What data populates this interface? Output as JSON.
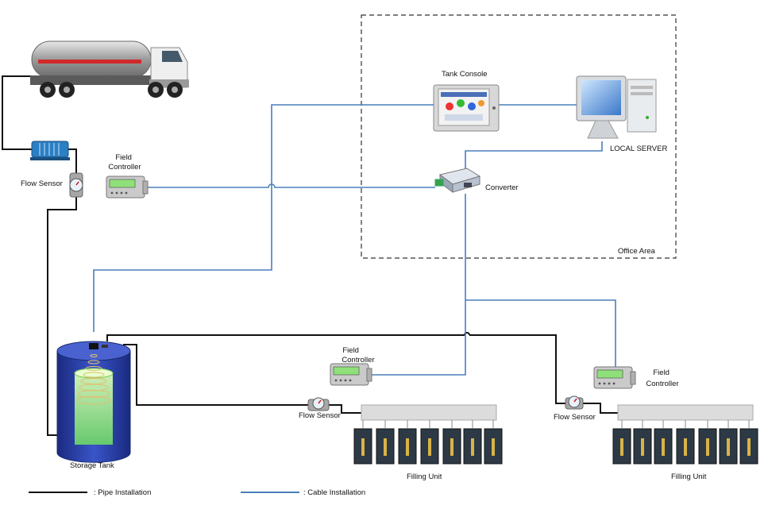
{
  "labels": {
    "field_controller_top": [
      "Field",
      "Controller"
    ],
    "field_controller_mid": [
      "Field",
      "Controller"
    ],
    "field_controller_right": [
      "Field",
      "Controller"
    ],
    "flow_sensor_top": "Flow Sensor",
    "flow_sensor_mid": "Flow Sensor",
    "flow_sensor_right": "Flow Sensor",
    "tank_console": "Tank Console",
    "local_server": "LOCAL SERVER",
    "converter": "Converter",
    "office_area": "Office Area",
    "storage_tank": "Storage Tank",
    "filling_unit_mid": "Filling Unit",
    "filling_unit_right": "Filling Unit"
  },
  "legend": {
    "pipe": ": Pipe Installation",
    "cable": ": Cable Installation"
  },
  "colors": {
    "pipe": "#111111",
    "cable": "#4a7ebb",
    "office_border": "#333333",
    "tank": "#2a3fa0",
    "device_body": "#c9c9c9",
    "lcd": "#8fe07a"
  },
  "icons": [
    "tanker-truck-icon",
    "pump-icon",
    "flow-sensor-icon",
    "field-controller-icon",
    "tank-console-icon",
    "computer-icon",
    "converter-icon",
    "storage-tank-icon",
    "filling-unit-icon"
  ]
}
